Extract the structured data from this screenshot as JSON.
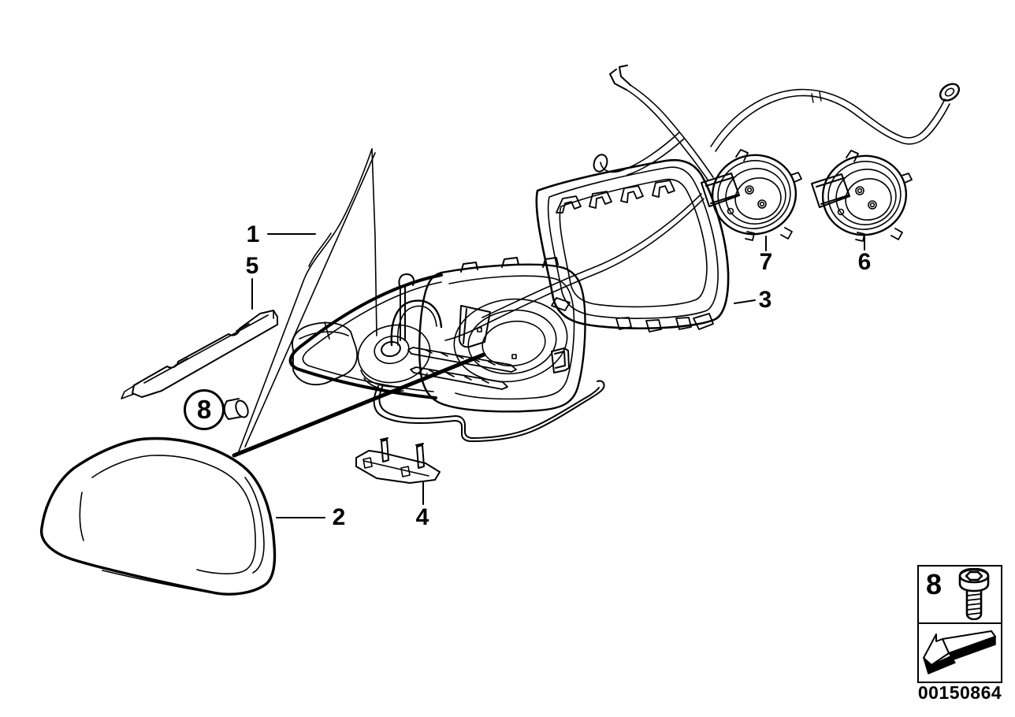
{
  "figure": {
    "callouts": {
      "glass": "1",
      "cap": "2",
      "frame": "3",
      "lower_cover": "4",
      "clamp_strip": "5",
      "actuator_right": "6",
      "actuator_left": "7",
      "screw": "8"
    },
    "legend": {
      "ref": "8",
      "screw_icon": "socket-head-screw-icon",
      "arrow_icon": "install-direction-arrow-icon"
    },
    "doc_number": "00150864",
    "colors": {
      "line": "#000000",
      "background": "#ffffff"
    }
  }
}
